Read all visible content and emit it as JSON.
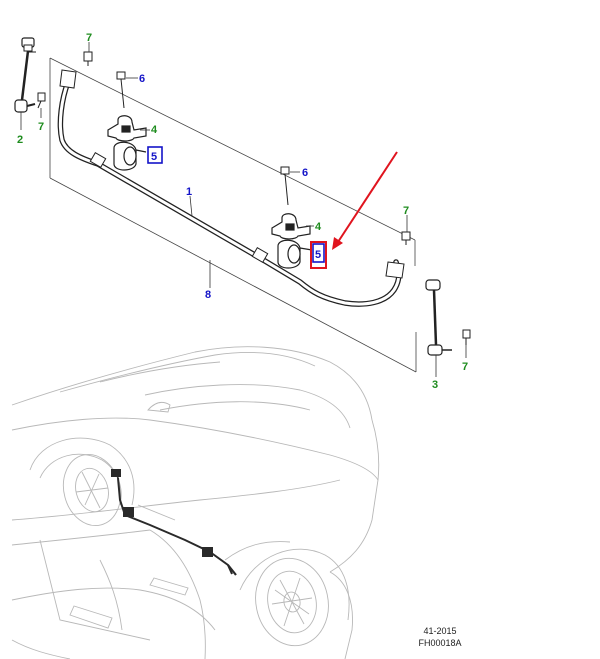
{
  "colors": {
    "link_green": "#1e8c1e",
    "bush_blue": "#1414c8",
    "arrow_red": "#e0141e",
    "line_dark": "#2a2a2a",
    "car_grey": "#b4b4b4"
  },
  "callouts": {
    "c1": "1",
    "c2": "2",
    "c3": "3",
    "c4a": "4",
    "c4b": "4",
    "c5a": "5",
    "c5b": "5",
    "c6a": "6",
    "c6b": "6",
    "c7a": "7",
    "c7b": "7",
    "c7c": "7",
    "c7d": "7",
    "c8": "8"
  },
  "footer": {
    "date": "41-2015",
    "code": "FH00018A"
  }
}
